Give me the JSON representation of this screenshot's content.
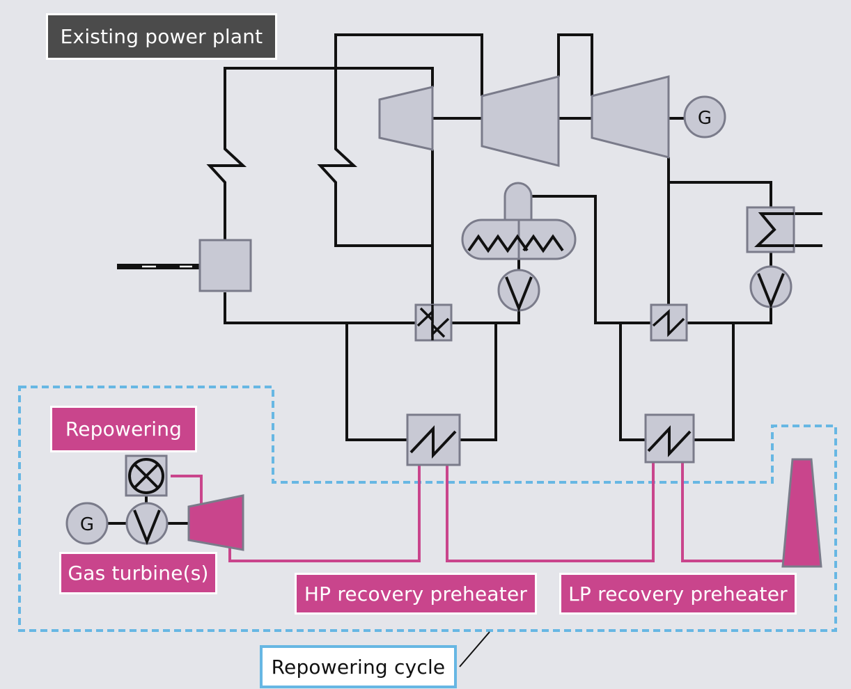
{
  "labels": {
    "existing_plant": "Existing power plant",
    "repowering": "Repowering",
    "gas_turbines": "Gas turbine(s)",
    "hp_preheater": "HP recovery preheater",
    "lp_preheater": "LP recovery preheater",
    "repowering_cycle": "Repowering cycle"
  },
  "symbols": {
    "generator_main": "G",
    "generator_gas": "G"
  },
  "colors": {
    "background": "#e4e5ea",
    "steam_lines": "#111111",
    "gas_lines": "#c9458c",
    "component_fill": "#c8c9d4",
    "component_stroke": "#7a7b8a",
    "boundary": "#67b7e3",
    "label_dark": "#4b4b4b"
  }
}
